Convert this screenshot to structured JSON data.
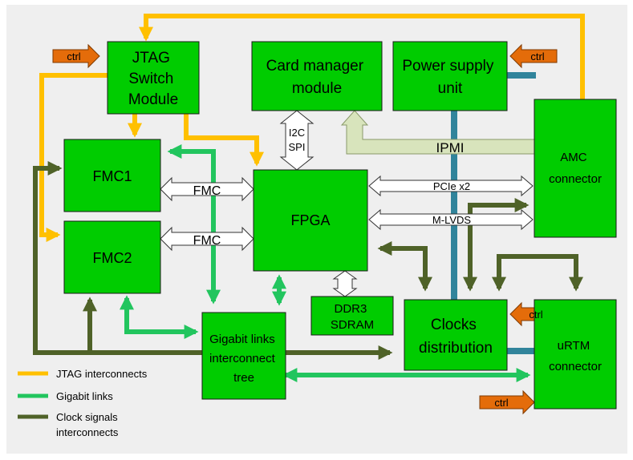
{
  "colors": {
    "background": "#efefef",
    "block_fill": "#00cc00",
    "block_stroke": "#1a1a1a",
    "jtag": "#ffc000",
    "gigabit": "#22c55e",
    "clock": "#4f6228",
    "pcie_line": "#31849b",
    "ipmi_fill": "#d8e4bc",
    "ipmi_stroke": "#8a9a6a",
    "ctrl_fill": "#e46c0a",
    "white_arrow": "#ffffff"
  },
  "blocks": {
    "jtag_switch": [
      "JTAG",
      "Switch",
      "Module"
    ],
    "card_manager": [
      "Card manager",
      "module"
    ],
    "power_supply": [
      "Power supply",
      "unit"
    ],
    "amc": [
      "AMC",
      "connector"
    ],
    "fmc1": [
      "FMC1"
    ],
    "fmc2": [
      "FMC2"
    ],
    "fpga": [
      "FPGA"
    ],
    "ddr3": [
      "DDR3",
      "SDRAM"
    ],
    "gigabit_tree": [
      "Gigabit links",
      "interconnect",
      "tree"
    ],
    "clocks": [
      "Clocks",
      "distribution"
    ],
    "urtm": [
      "uRTM",
      "connector"
    ]
  },
  "labels": {
    "fmc_top": "FMC",
    "fmc_bottom": "FMC",
    "i2c": "I2C",
    "spi": "SPI",
    "pcie": "PCIe x2",
    "mlvds": "M-LVDS",
    "ipmi": "IPMI",
    "ctrl": "ctrl"
  },
  "legend": [
    {
      "label": "JTAG interconnects",
      "color_key": "jtag"
    },
    {
      "label": "Gigabit links",
      "color_key": "gigabit"
    },
    {
      "label": "Clock signals",
      "label2": "interconnects",
      "color_key": "clock"
    }
  ]
}
